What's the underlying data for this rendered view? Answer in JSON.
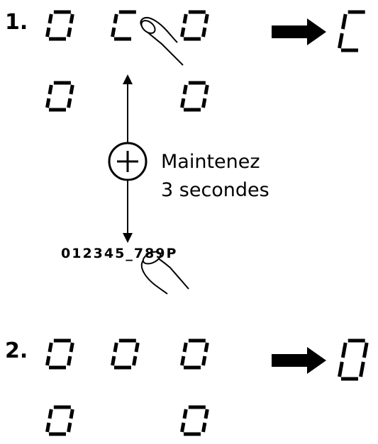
{
  "steps": {
    "one": {
      "label": "1.",
      "zone_display": [
        "0",
        "C",
        "0",
        "0",
        "0"
      ],
      "result_display": "C"
    },
    "two": {
      "label": "2.",
      "zone_display": [
        "0",
        "0",
        "0",
        "0",
        "0"
      ],
      "result_display": "0"
    }
  },
  "hold_instruction": {
    "line1": "Maintenez",
    "line2": "3 secondes"
  },
  "slider_scale": "012345_789P",
  "icons": {
    "arrow": "right-arrow-icon",
    "plus": "plus-circle-icon",
    "finger": "finger-touch-icon",
    "vertical": "double-arrow-vertical-icon"
  },
  "colors": {
    "ink": "#000000",
    "background": "#ffffff"
  }
}
